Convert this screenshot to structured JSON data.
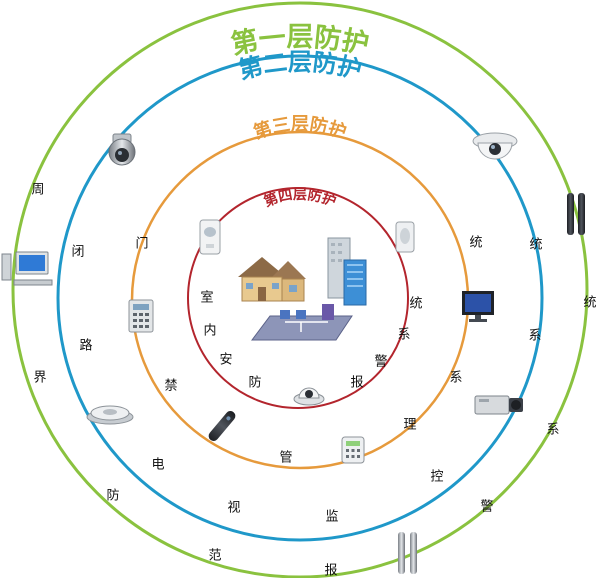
{
  "titles": {
    "layer1": "第一层防护",
    "layer2": "第二层防护",
    "layer3": "第三层防护",
    "layer4": "第四层防护"
  },
  "labels": {
    "perimeter": [
      "周",
      "闭",
      "路",
      "界",
      "防",
      "范",
      "报",
      "警",
      "系",
      "统"
    ],
    "cctv": [
      "电",
      "视",
      "监",
      "控",
      "系",
      "统"
    ],
    "access": [
      "门",
      "禁",
      "管",
      "理",
      "系",
      "统"
    ],
    "indoor": [
      "室",
      "内",
      "安",
      "防",
      "报",
      "警",
      "系",
      "统"
    ]
  },
  "colors": {
    "layer1": "#8ac23f",
    "layer2": "#1f98c9",
    "layer3": "#e69a3c",
    "layer4": "#b3252d"
  },
  "icons": {
    "ptz_camera": "ptz-dome-camera-icon",
    "dome_camera": "dome-camera-icon",
    "beam_detector": "infrared-beam-detector-icon",
    "computer": "monitoring-computer-icon",
    "keypad": "access-keypad-icon",
    "smoke_detector": "smoke-detector-icon",
    "reader": "card-reader-icon",
    "box_camera": "box-camera-icon",
    "lcd_monitor": "lcd-monitor-icon",
    "pir_sensor": "pir-sensor-icon",
    "door_controller": "door-controller-icon",
    "camera_small": "mini-dome-camera-icon",
    "house": "house-icon",
    "buildings": "office-buildings-icon",
    "network": "network-platform-icon"
  }
}
